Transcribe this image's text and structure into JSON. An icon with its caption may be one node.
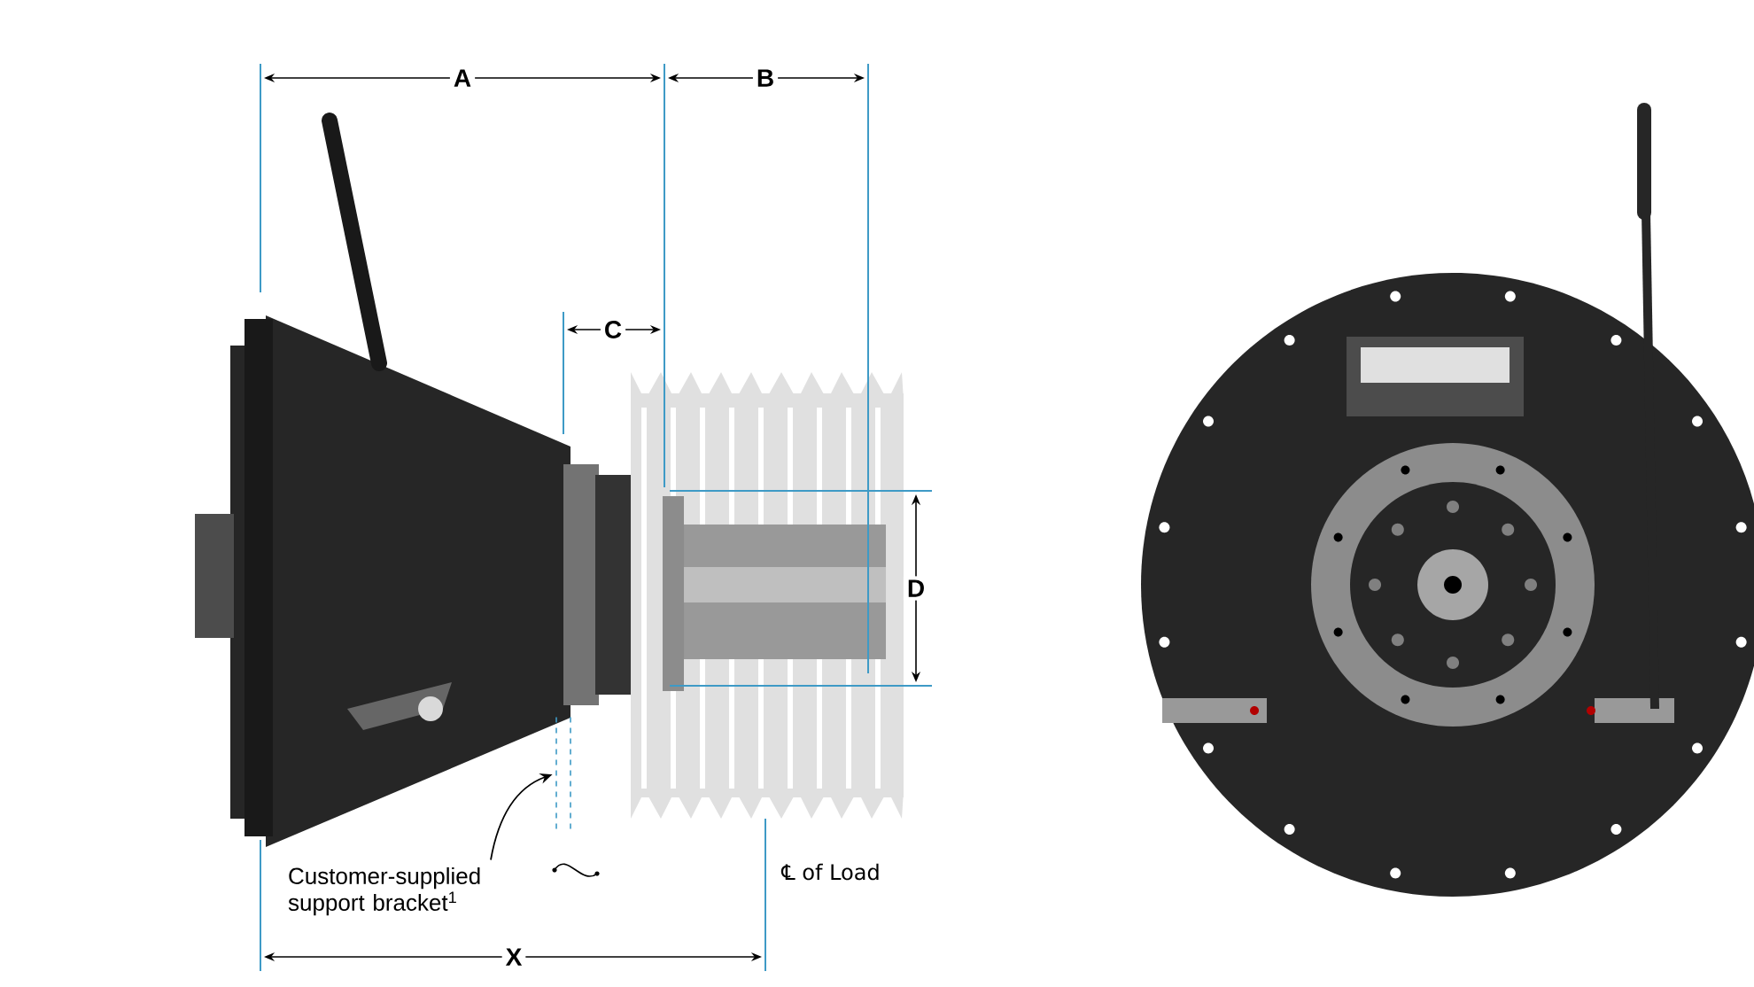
{
  "diagram": {
    "nodes": [
      {
        "text": [
          "Customer-supplied support bracket$^{1}$"
        ]
      },
      {
        "text": [],
        "shape": "picture"
      }
    ],
    "edges": [
      {
        "from": 0,
        "to": 1,
        "arrow": "to"
      }
    ],
    "labels": [
      "A",
      "B",
      "C",
      "D",
      "X",
      "℄ of Load"
    ]
  }
}
